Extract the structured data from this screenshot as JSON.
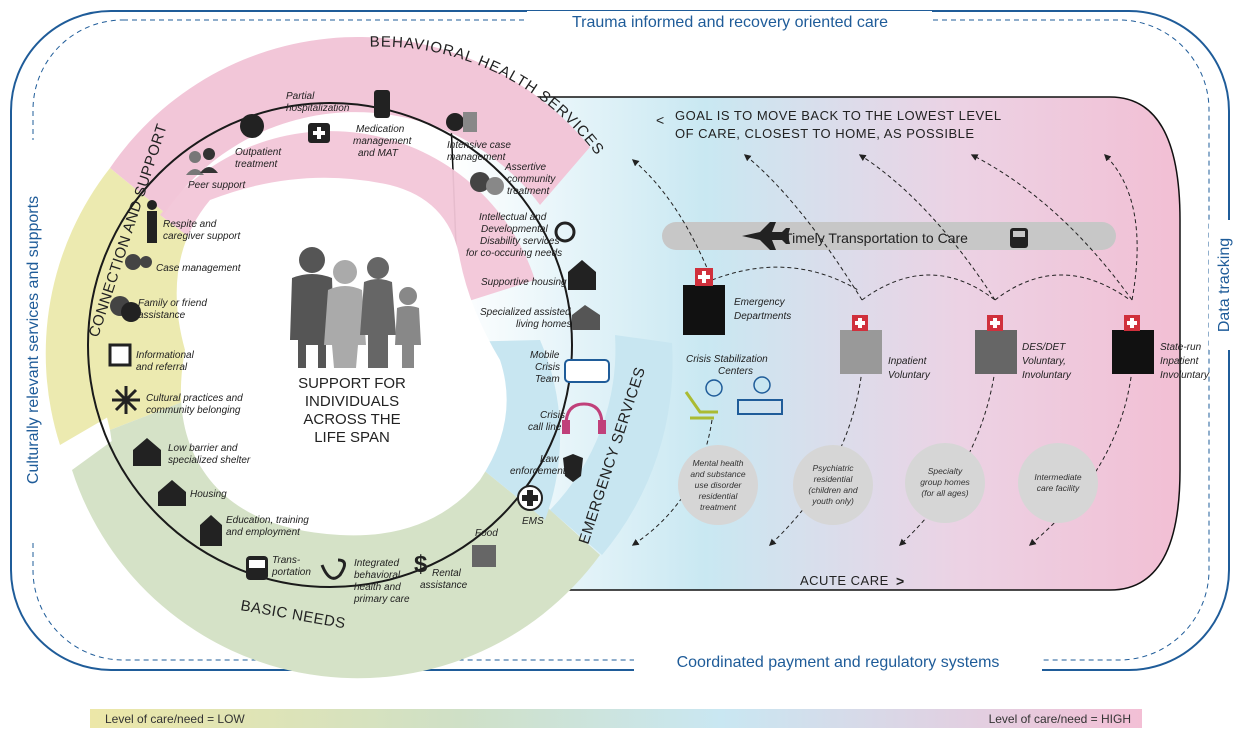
{
  "frame": {
    "top_label": "Trauma informed and recovery oriented care",
    "left_label": "Culturally relevant services and supports",
    "right_label": "Data tracking",
    "bottom_label": "Coordinated payment and regulatory systems"
  },
  "sections": {
    "behavioral_health": "BEHAVIORAL HEALTH SERVICES",
    "connection_support": "CONNECTION AND SUPPORT",
    "basic_needs": "BASIC NEEDS",
    "emergency_services": "EMERGENCY SERVICES"
  },
  "center": {
    "line1": "SUPPORT FOR",
    "line2": "INDIVIDUALS",
    "line3": "ACROSS THE",
    "line4": "LIFE SPAN"
  },
  "behavioral_items": {
    "peer_support": "Peer support",
    "outpatient_1": "Outpatient",
    "outpatient_2": "treatment",
    "partial_1": "Partial",
    "partial_2": "hospitalization",
    "medication_1": "Medication",
    "medication_2": "management",
    "medication_3": "and MAT",
    "intensive_1": "Intensive case",
    "intensive_2": "management",
    "assertive_1": "Assertive",
    "assertive_2": "community",
    "assertive_3": "treatment",
    "idd_1": "Intellectual and",
    "idd_2": "Developmental",
    "idd_3": "Disability services",
    "idd_4": "for co-occuring needs",
    "supportive_housing": "Supportive housing",
    "specialized_1": "Specialized assisted",
    "specialized_2": "living homes"
  },
  "connection_items": {
    "respite_1": "Respite and",
    "respite_2": "caregiver support",
    "case_management": "Case management",
    "family_1": "Family or friend",
    "family_2": "assistance",
    "info_1": "Informational",
    "info_2": "and referral",
    "cultural_1": "Cultural practices and",
    "cultural_2": "community belonging"
  },
  "basic_items": {
    "shelter_1": "Low barrier and",
    "shelter_2": "specialized shelter",
    "housing": "Housing",
    "education_1": "Education, training",
    "education_2": "and employment",
    "transport_1": "Trans-",
    "transport_2": "portation",
    "integrated_1": "Integrated",
    "integrated_2": "behavioral",
    "integrated_3": "health and",
    "integrated_4": "primary care",
    "rental_1": "Rental",
    "rental_2": "assistance",
    "food": "Food"
  },
  "emergency_items": {
    "mobile_1": "Mobile",
    "mobile_2": "Crisis",
    "mobile_3": "Team",
    "callline_1": "Crisis",
    "callline_2": "call line",
    "law_1": "Law",
    "law_2": "enforcement",
    "ems": "EMS"
  },
  "acute": {
    "goal_1": "GOAL IS TO MOVE BACK TO THE LOWEST LEVEL",
    "goal_2": "OF CARE, CLOSEST TO HOME, AS POSSIBLE",
    "transport_bar": "Timely Transportation to Care",
    "ed_1": "Emergency",
    "ed_2": "Departments",
    "csc_1": "Crisis Stabilization",
    "csc_2": "Centers",
    "inpatient_1": "Inpatient",
    "inpatient_2": "Voluntary",
    "des_1": "DES/DET",
    "des_2": "Voluntary,",
    "des_3": "Involuntary",
    "state_1": "State-run",
    "state_2": "Inpatient",
    "state_3": "Involuntary",
    "acute_care": "ACUTE CARE"
  },
  "residential": {
    "c1_1": "Mental health",
    "c1_2": "and substance",
    "c1_3": "use disorder",
    "c1_4": "residential",
    "c1_5": "treatment",
    "c2_1": "Psychiatric",
    "c2_2": "residential",
    "c2_3": "(children and",
    "c2_4": "youth only)",
    "c3_1": "Specialty",
    "c3_2": "group homes",
    "c3_3": "(for all ages)",
    "c4_1": "Intermediate",
    "c4_2": "care facility"
  },
  "legend": {
    "low": "Level of care/need = LOW",
    "high": "Level of care/need = HIGH"
  },
  "colors": {
    "frame_blue": "#1f5c99",
    "pink": "#f2c6d8",
    "yellow": "#eceab0",
    "green": "#d5e2c7",
    "light_blue": "#c8e6f1",
    "dark": "#1a1a1a",
    "gray_circle": "#d6d6d6"
  }
}
